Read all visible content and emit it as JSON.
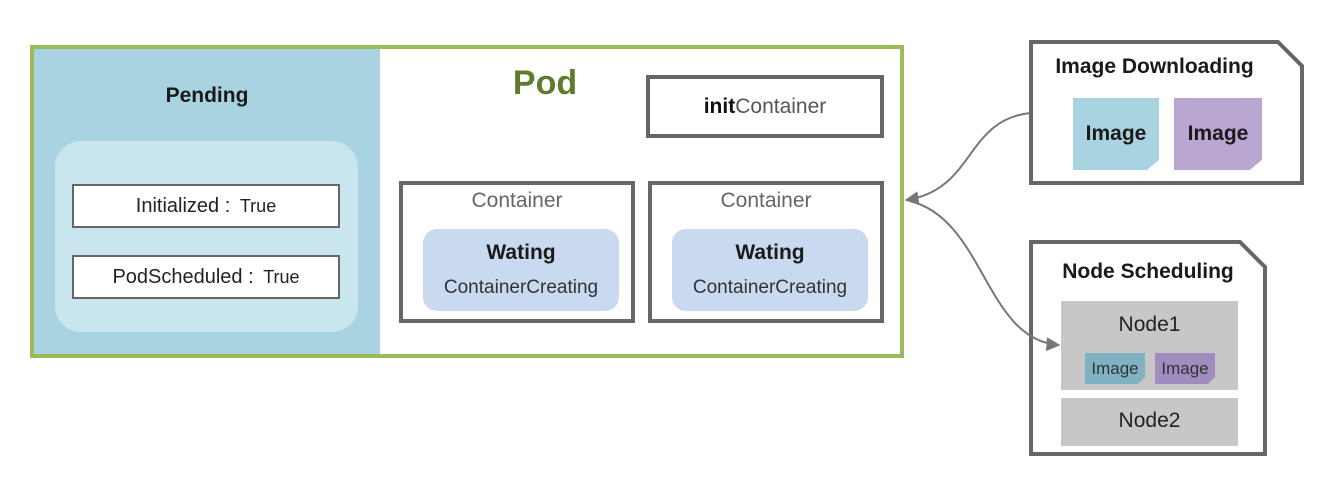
{
  "pod": {
    "title": "Pod",
    "pending": {
      "title": "Pending",
      "conditions": [
        {
          "name": "Initialized",
          "sep": " : ",
          "value": "True"
        },
        {
          "name": "PodScheduled",
          "sep": " : ",
          "value": "True"
        }
      ]
    },
    "init_container": {
      "bold": "init",
      "rest": "Container"
    },
    "containers": [
      {
        "label": "Container",
        "state": "Wating",
        "reason": "ContainerCreating"
      },
      {
        "label": "Container",
        "state": "Wating",
        "reason": "ContainerCreating"
      }
    ]
  },
  "image_downloading": {
    "title": "Image Downloading",
    "images": [
      {
        "label": "Image",
        "color": "#a9d3e0"
      },
      {
        "label": "Image",
        "color": "#b9a7d2"
      }
    ]
  },
  "node_scheduling": {
    "title": "Node Scheduling",
    "nodes": [
      {
        "label": "Node1",
        "images": [
          {
            "label": "Image",
            "color": "#7fb3c4"
          },
          {
            "label": "Image",
            "color": "#a08cbf"
          }
        ]
      },
      {
        "label": "Node2",
        "images": []
      }
    ]
  },
  "colors": {
    "pod_border": "#9bbb59",
    "pending_bg": "#a9d3e0",
    "pod_title": "#5e7b2e",
    "container_pill": "#c9d9f0",
    "node_bg": "#c7c7c7"
  }
}
